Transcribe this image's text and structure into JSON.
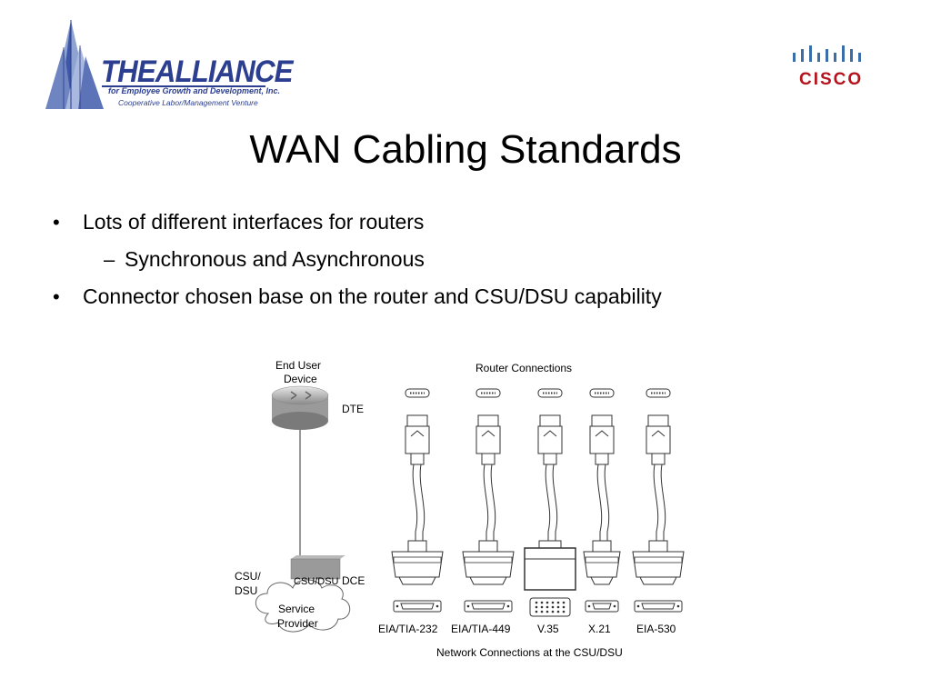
{
  "logos": {
    "alliance": {
      "name": "THEALLIANCE",
      "line1": "for Employee Growth and Development, Inc.",
      "line2": "Cooperative Labor/Management Venture"
    },
    "cisco": {
      "word": "CISCO"
    }
  },
  "title": "WAN Cabling Standards",
  "bullets": [
    {
      "marker": "•",
      "text": "Lots of different interfaces for routers"
    },
    {
      "marker": "–",
      "text": "Synchronous and Asynchronous"
    },
    {
      "marker": "•",
      "text": "Connector chosen base on the router and CSU/DSU capability"
    }
  ],
  "diagram": {
    "end_user_line1": "End User",
    "end_user_line2": "Device",
    "dte": "DTE",
    "csu_side_line1": "CSU/",
    "csu_side_line2": "DSU",
    "csu_box": "CSU/DSU",
    "dce": "DCE",
    "service_line1": "Service",
    "service_line2": "Provider",
    "router_connections": "Router Connections",
    "network_connections": "Network Connections at the CSU/DSU",
    "cables": [
      "EIA/TIA-232",
      "EIA/TIA-449",
      "V.35",
      "X.21",
      "EIA-530"
    ]
  }
}
